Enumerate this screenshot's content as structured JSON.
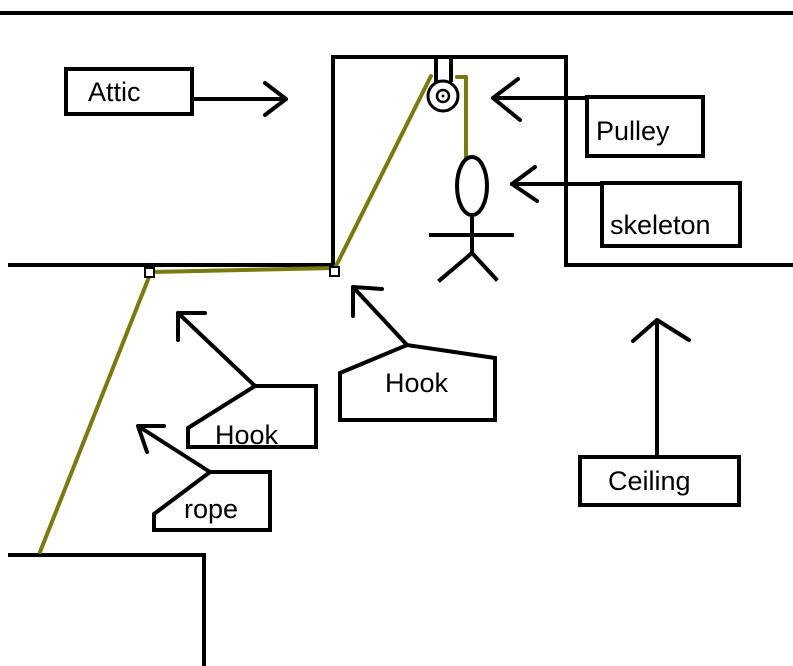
{
  "labels": {
    "attic": "Attic",
    "pulley": "Pulley",
    "skeleton": "skeleton",
    "hook_upper": "Hook",
    "hook_lower": "Hook",
    "rope": "rope",
    "ceiling": "Ceiling"
  },
  "colors": {
    "rope": "#7a7a10",
    "ink": "#000000",
    "background": "#ffffff"
  }
}
